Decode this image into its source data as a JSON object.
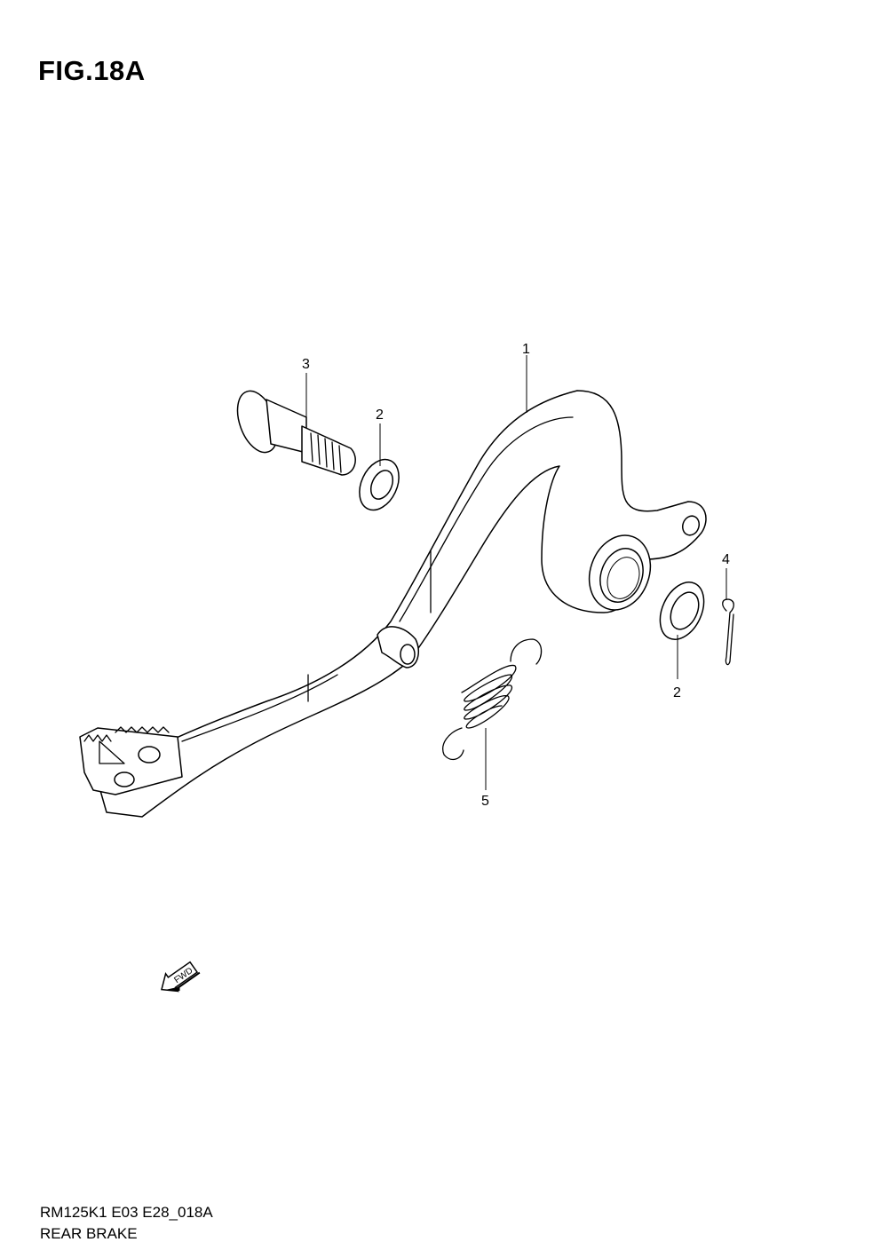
{
  "figure": {
    "title": "FIG.18A",
    "model_code": "RM125K1 E03 E28_018A",
    "section_name": "REAR BRAKE"
  },
  "callouts": [
    {
      "id": "p1",
      "label": "1"
    },
    {
      "id": "p2a",
      "label": "2"
    },
    {
      "id": "p2b",
      "label": "2"
    },
    {
      "id": "p3",
      "label": "3"
    },
    {
      "id": "p4",
      "label": "4"
    },
    {
      "id": "p5",
      "label": "5"
    }
  ],
  "direction_arrow": {
    "label": "FWD"
  }
}
